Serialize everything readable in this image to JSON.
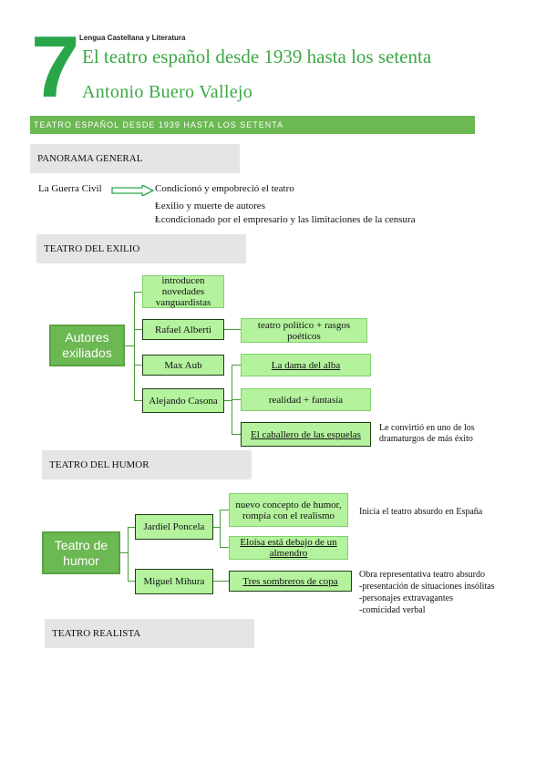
{
  "header": {
    "number": "7",
    "subject": "Lengua Castellana y Literatura",
    "title": "El teatro español desde 1939 hasta los setenta",
    "author": "Antonio Buero Vallejo"
  },
  "banner": "TEATRO ESPAÑOL DESDE 1939 HASTA LOS SETENTA",
  "panorama": {
    "heading": "PANORAMA GENERAL",
    "cause": "La Guerra Civil",
    "effect": "Condicionó y empobreció el teatro",
    "points": [
      "exilio y muerte de autores",
      "condicionado por el empresario y las limitaciones de la censura"
    ]
  },
  "exilio": {
    "heading": "TEATRO DEL EXILIO",
    "root": "Autores exiliados",
    "branches": [
      "introducen novedades vanguardistas",
      "Rafael Alberti",
      "Max Aub",
      "Alejando Casona"
    ],
    "alberti_leaf": "teatro político + rasgos poéticos",
    "casona_leaves": [
      "La dama del alba",
      "realidad + fantasía",
      "El caballero de las espuelas"
    ],
    "casona_note": "Le convirtió en uno de los dramaturgos de más éxito"
  },
  "humor": {
    "heading": "TEATRO DEL HUMOR",
    "root": "Teatro de humor",
    "branches": [
      "Jardiel Poncela",
      "Miguel Mihura"
    ],
    "jardiel_leaves": [
      "nuevo concepto de humor, rompía con el realismo",
      "Eloísa está debajo de un almendro"
    ],
    "jardiel_note": "Inicia el teatro absurdo en España",
    "mihura_leaf": "Tres sombreros de copa",
    "mihura_notes": [
      "Obra representativa teatro absurdo",
      "-presentación de situaciones insólitas",
      "-personajes extravagantes",
      "-comicidad verbal"
    ]
  },
  "realista": {
    "heading": "TEATRO REALISTA"
  }
}
